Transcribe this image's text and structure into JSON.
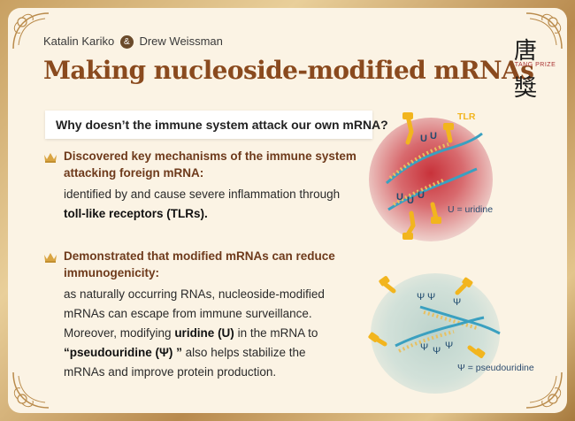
{
  "header": {
    "author1": "Katalin Kariko",
    "amp": "&",
    "author2": "Drew Weissman",
    "title": "Making nucleoside-modified mRNAs"
  },
  "logo": {
    "char_top": "唐",
    "subtitle": "TANG PRIZE",
    "char_bottom": "獎"
  },
  "question": "Why doesn’t the immune system attack our own mRNA?",
  "bullets": [
    {
      "heading_lines": [
        "Discovered key mechanisms of the immune system",
        "attacking foreign mRNA:"
      ],
      "body_line1": "identified by and cause severe inflammation through",
      "body_line2_bold": "toll-like receptors (TLRs)."
    },
    {
      "heading_lines": [
        "Demonstrated that modified mRNAs can reduce",
        "immunogenicity:"
      ],
      "body_line1": "as naturally occurring RNAs, nucleoside-modified",
      "body_line2": "mRNAs can escape from immune surveillance.",
      "body_line3_pre": "Moreover, modifying ",
      "body_line3_bold": "uridine (U)",
      "body_line3_post": " in the mRNA to",
      "body_line4_bold": "“pseudouridine (Ψ) ”",
      "body_line4_post": " also helps stabilize the",
      "body_line5": "mRNAs and improve protein production."
    }
  ],
  "diagram": {
    "tlr_label": "TLR",
    "u_label": "U = uridine",
    "psi_label": "Ψ = pseudouridine",
    "u_glyph": "U",
    "psi_glyph": "Ψ"
  },
  "colors": {
    "title": "#8a4a1e",
    "heading": "#6e3a1b",
    "tlr": "#f2b51e",
    "legend": "#2a4a6e",
    "strand_blue": "#3aa0c0",
    "strand_yellow": "#e8c060"
  },
  "icons": [
    "crown-icon",
    "tlr-receptor-icon",
    "ornament-corner-icon"
  ]
}
